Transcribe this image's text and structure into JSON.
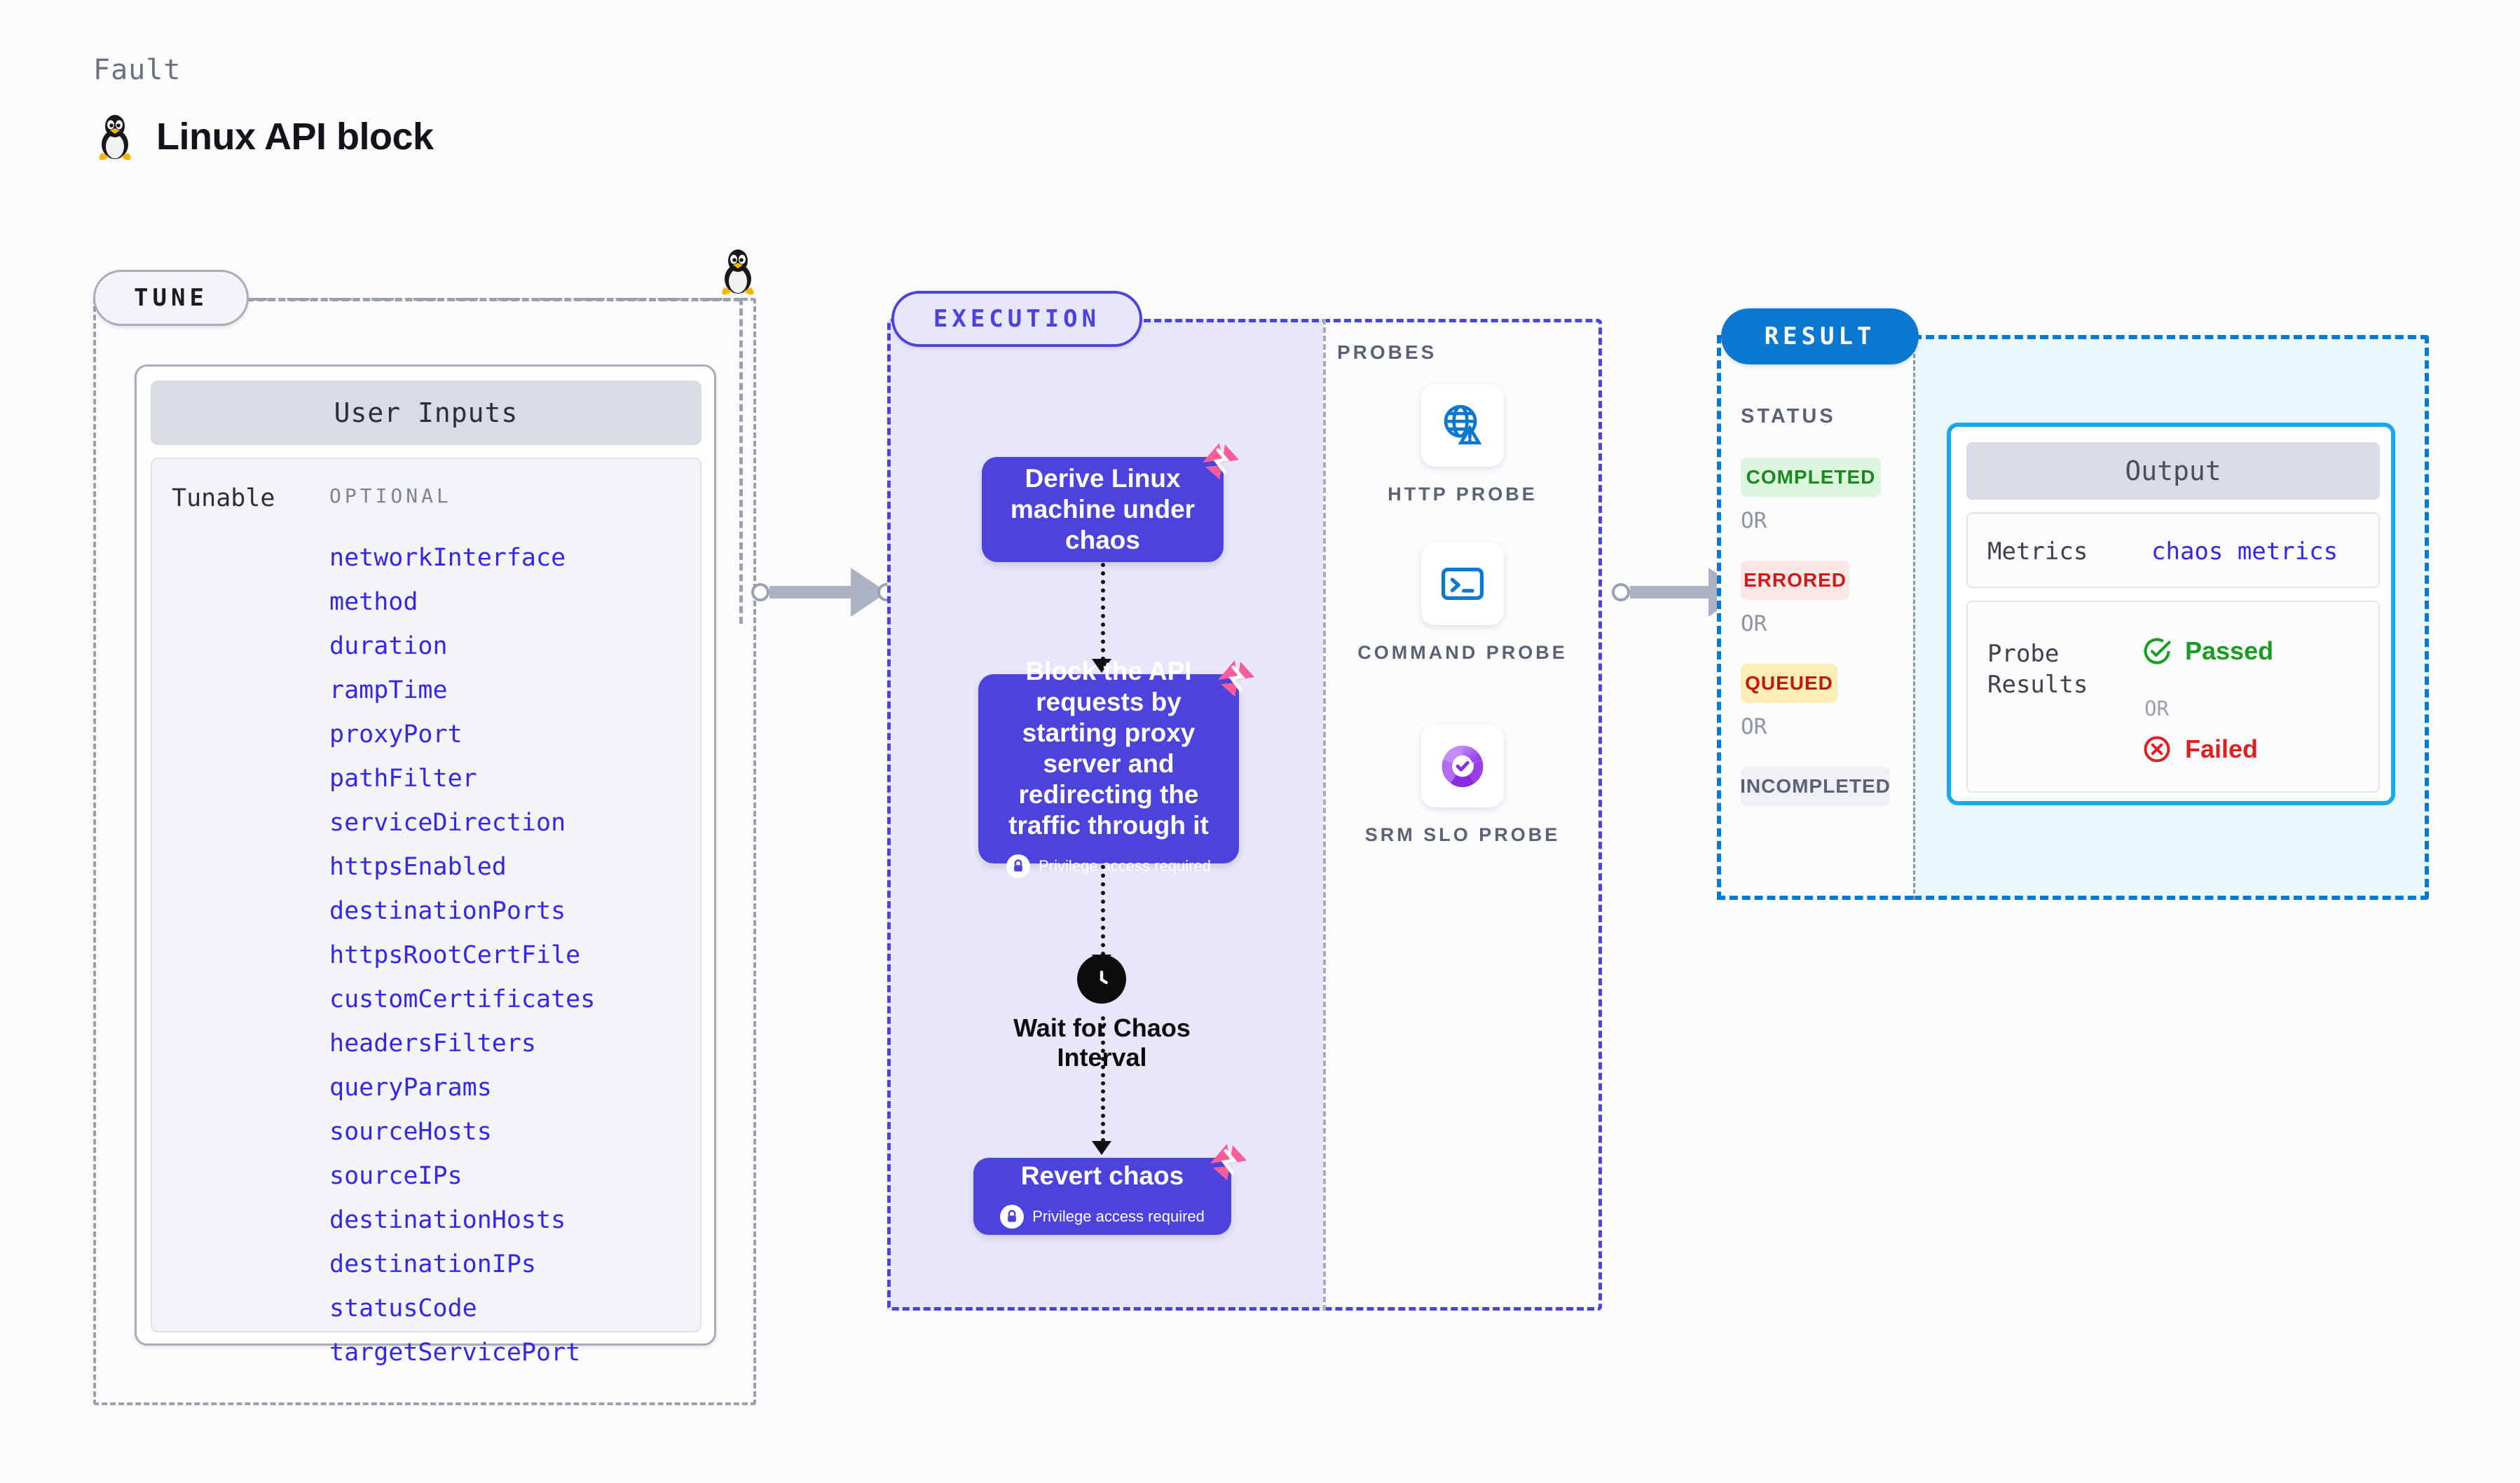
{
  "header": {
    "eyebrow": "Fault",
    "title": "Linux API block",
    "icon": "linux-penguin-icon"
  },
  "tune": {
    "pill_label": "TUNE",
    "card_title": "User Inputs",
    "tunable_label": "Tunable",
    "optional_label": "OPTIONAL",
    "params": [
      "networkInterface",
      "method",
      "duration",
      "rampTime",
      "proxyPort",
      "pathFilter",
      "serviceDirection",
      "httpsEnabled",
      "destinationPorts",
      "httpsRootCertFile",
      "customCertificates",
      "headersFilters",
      "queryParams",
      "sourceHosts",
      "sourceIPs",
      "destinationHosts",
      "destinationIPs",
      "statusCode",
      "targetServicePort"
    ]
  },
  "execution": {
    "pill_label": "EXECUTION",
    "steps": [
      {
        "text": "Derive Linux machine under chaos",
        "privilege": null,
        "chaos_badge": true
      },
      {
        "text": "Block the API requests by starting proxy server and redirecting the traffic through it",
        "privilege": "Privilege access required",
        "chaos_badge": true
      },
      {
        "text": "Revert chaos",
        "privilege": "Privilege access required",
        "chaos_badge": true
      }
    ],
    "wait_node": {
      "icon": "clock-icon",
      "label": "Wait for Chaos Interval"
    }
  },
  "probes": {
    "section_label": "PROBES",
    "items": [
      {
        "label": "HTTP PROBE",
        "icon": "globe-warning-icon"
      },
      {
        "label": "COMMAND PROBE",
        "icon": "terminal-icon"
      },
      {
        "label": "SRM SLO PROBE",
        "icon": "slo-donut-check-icon"
      }
    ]
  },
  "result": {
    "pill_label": "RESULT",
    "status_label": "STATUS",
    "or_label": "OR",
    "statuses": [
      {
        "label": "COMPLETED",
        "bg": "#dcf6de",
        "fg": "#1a8a1f"
      },
      {
        "label": "ERRORED",
        "bg": "#fde8e8",
        "fg": "#cf1a1a"
      },
      {
        "label": "QUEUED",
        "bg": "#fdeeb8",
        "fg": "#c31616"
      },
      {
        "label": "INCOMPLETED",
        "bg": "#eef0f6",
        "fg": "#5c6275"
      }
    ],
    "output": {
      "title": "Output",
      "metrics_label": "Metrics",
      "metrics_value": "chaos metrics",
      "probe_results_label": "Probe Results",
      "passed_label": "Passed",
      "failed_label": "Failed",
      "or_label": "OR",
      "passed_icon": "check-circle-icon",
      "failed_icon": "x-circle-icon"
    }
  },
  "colors": {
    "accent_purple": "#4c43dd",
    "accent_blue": "#0b78d0",
    "output_border": "#19a9e8",
    "param_text": "#3427e8",
    "chaos_pink": "#fa5c9c"
  }
}
